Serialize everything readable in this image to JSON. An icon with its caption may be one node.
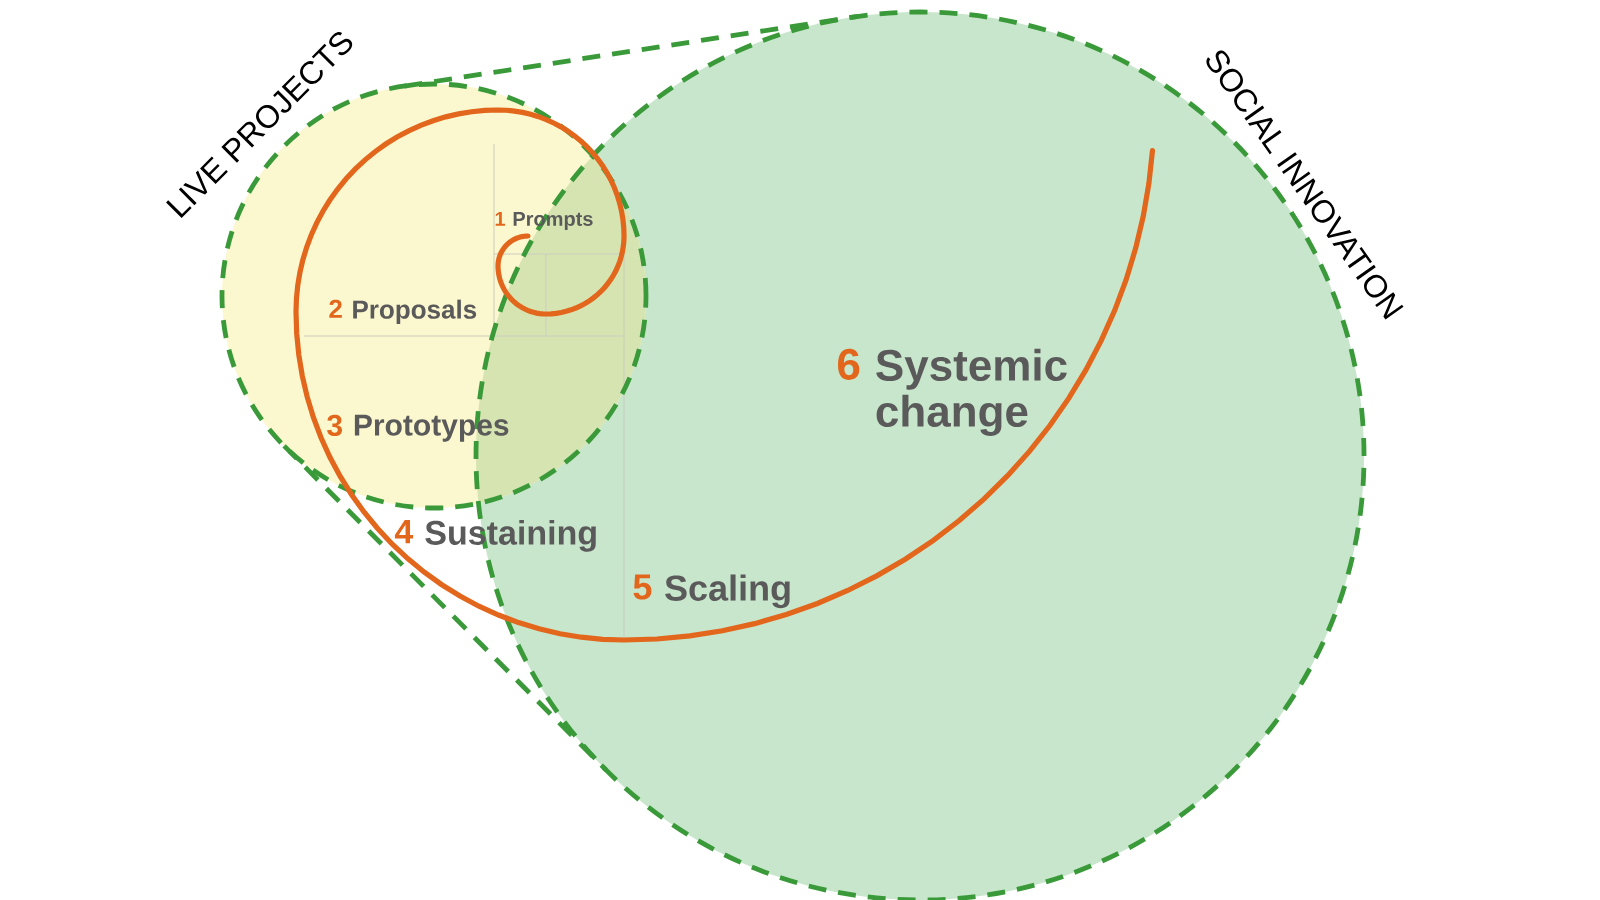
{
  "diagram": {
    "nodes": [
      {
        "text": [
          "LIVE PROJECTS"
        ]
      },
      {
        "text": [
          "SOCIAL INNOVATION"
        ]
      }
    ],
    "edges": [
      {
        "from": 0,
        "to": 1,
        "arrow": "none",
        "style": "dashed"
      },
      {
        "from": 0,
        "to": 1,
        "arrow": "none",
        "style": "dashed"
      }
    ],
    "labels": [
      "1",
      "Prompts",
      "2",
      "Proposals",
      "3",
      "Prototypes",
      "4",
      "Sustaining",
      "5",
      "Scaling",
      "6",
      "Systemic change"
    ]
  }
}
